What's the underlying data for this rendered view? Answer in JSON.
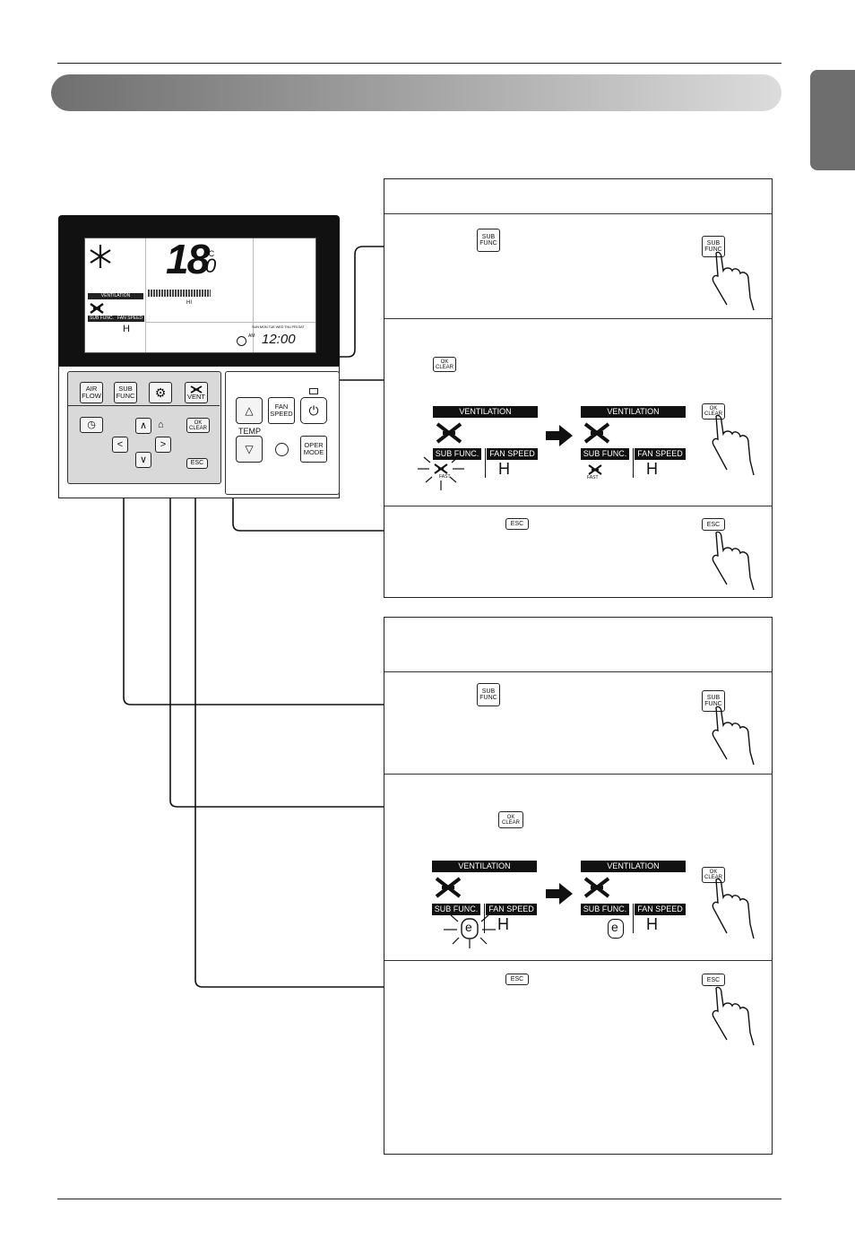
{
  "remote": {
    "lcd": {
      "temperature": "18",
      "temperature_decimal": "0",
      "unit": "°C",
      "ventilation_label": "VENTILATION",
      "sub_func_label": "SUB FUNC.",
      "fan_speed_label": "FAN SPEED",
      "fan_speed_value": "H",
      "hi_label": "HI",
      "days": "SUN MON TUE WED THU FRI SAT",
      "am_label": "AM",
      "clock": "12:00"
    },
    "buttons": {
      "air_flow": "AIR\nFLOW",
      "sub_func": "SUB\nFUNC",
      "vent": "VENT",
      "ok_clear": "OK\nCLEAR",
      "esc": "ESC",
      "temp": "TEMP",
      "fan_speed": "FAN\nSPEED",
      "oper_mode": "OPER\nMODE"
    }
  },
  "panel1": {
    "step1_button": "SUB\nFUNC",
    "step2_button": "OK\nCLEAR",
    "step3_button": "ESC",
    "lcd_left": {
      "ventilation": "VENTILATION",
      "sub_func": "SUB FUNC.",
      "fan_speed": "FAN SPEED",
      "fast": "FAST",
      "h": "H"
    },
    "lcd_right": {
      "ventilation": "VENTILATION",
      "sub_func": "SUB FUNC.",
      "fan_speed": "FAN SPEED",
      "fast": "FAST",
      "h": "H"
    },
    "hand_labels": [
      "SUB\nFUNC",
      "OK\nCLEAR",
      "ESC"
    ]
  },
  "panel2": {
    "step1_button": "SUB\nFUNC",
    "step2_button": "OK\nCLEAR",
    "step3_button": "ESC",
    "lcd_left": {
      "ventilation": "VENTILATION",
      "sub_func": "SUB FUNC.",
      "fan_speed": "FAN SPEED",
      "e": "e",
      "h": "H"
    },
    "lcd_right": {
      "ventilation": "VENTILATION",
      "sub_func": "SUB FUNC.",
      "fan_speed": "FAN SPEED",
      "e": "e",
      "h": "H"
    },
    "hand_labels": [
      "SUB\nFUNC",
      "OK\nCLEAR",
      "ESC"
    ]
  }
}
